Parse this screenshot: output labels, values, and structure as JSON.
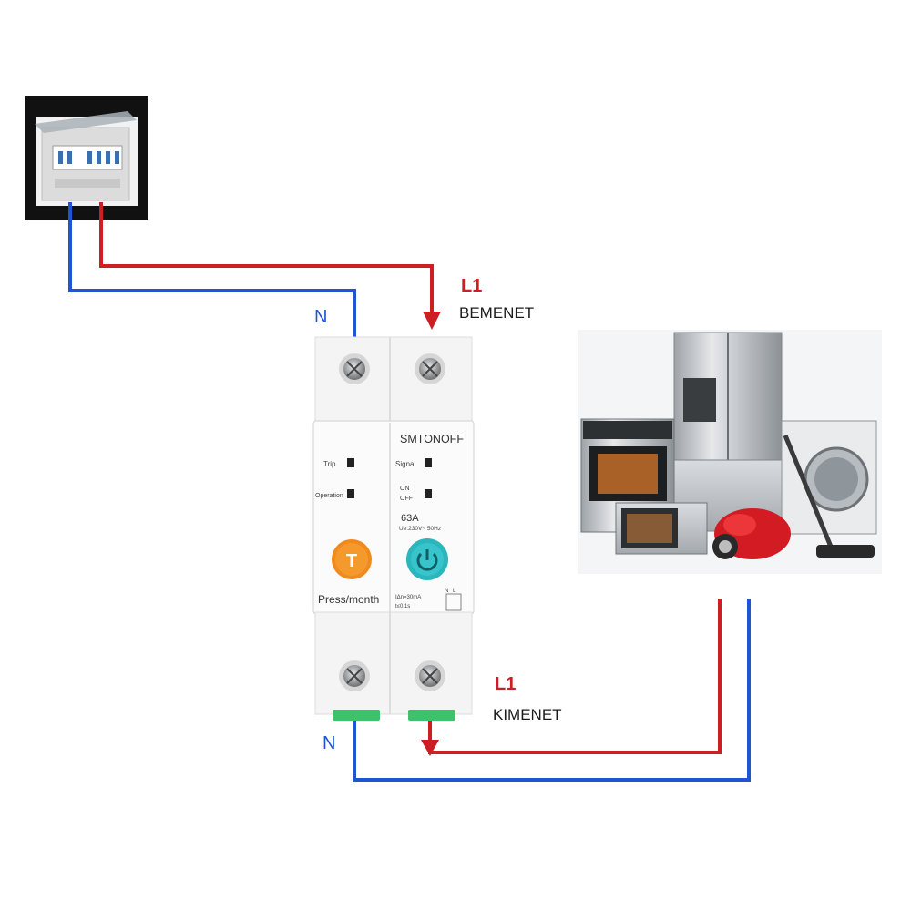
{
  "input_label": {
    "line": "L1",
    "text": "BEMENET"
  },
  "output_label": {
    "line": "L1",
    "text": "KIMENET"
  },
  "neutral_top": "N",
  "neutral_bottom": "N",
  "breaker": {
    "brand": "SMTONOFF",
    "trip_label": "Trip",
    "operation_label": "Operation",
    "signal_label": "Signal",
    "on_label": "ON",
    "off_label": "OFF",
    "rating": "63A",
    "voltage": "Ue:230V~ 50Hz",
    "test_button_letter": "T",
    "press_label": "Press/month",
    "leak_current": "IΔn=30mA",
    "trip_time": "t≤0.1s",
    "terminal_n": "N",
    "terminal_l": "L"
  },
  "colors": {
    "live": "#cc1f24",
    "neutral": "#1f55d0",
    "test_button": "#f08a1c",
    "power_button": "#2bb5bd"
  },
  "icons": [
    "distribution-panel-image",
    "appliances-image",
    "power-icon"
  ]
}
